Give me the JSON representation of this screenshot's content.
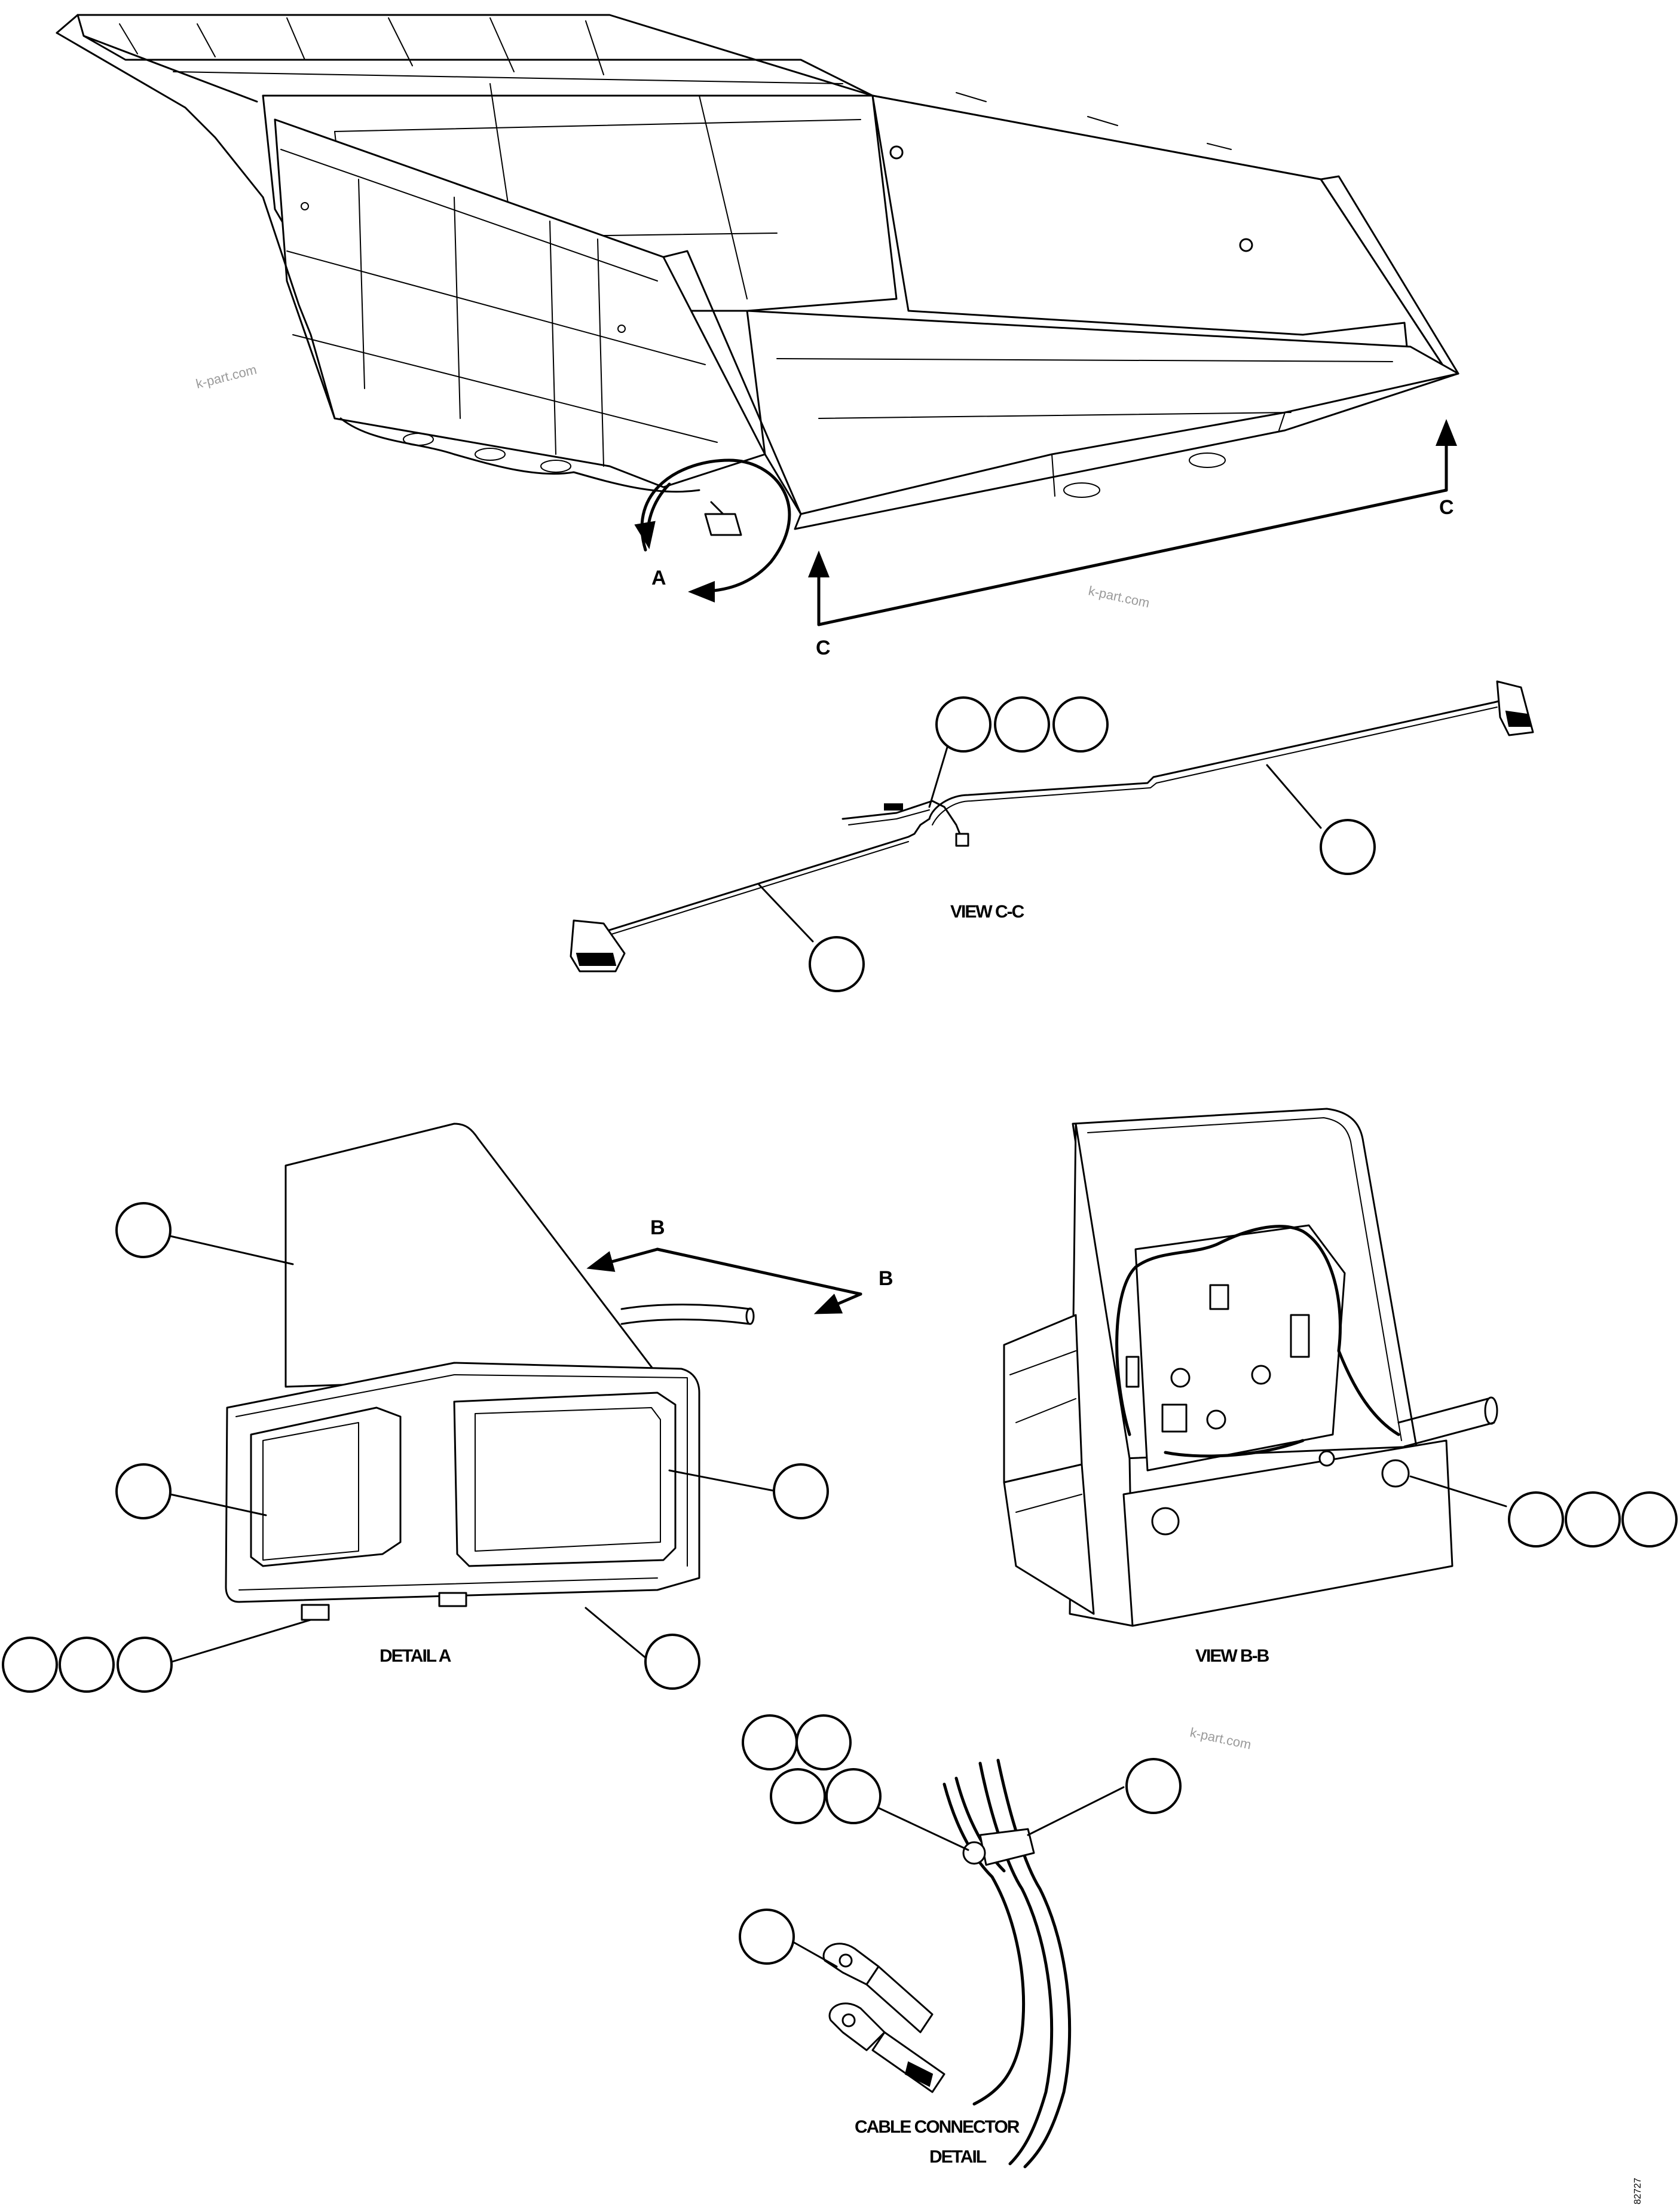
{
  "diagram": {
    "type": "exploded parts illustration",
    "section_letters": {
      "a": "A",
      "b": "B",
      "c": "C"
    },
    "captions": {
      "view_cc": "VIEW C-C",
      "detail_a": "DETAIL A",
      "view_bb": "VIEW B-B",
      "cable_connector_line1": "CABLE CONNECTOR",
      "cable_connector_line2": "DETAIL"
    },
    "watermark": "k-part.com",
    "figure_code": "82727"
  }
}
